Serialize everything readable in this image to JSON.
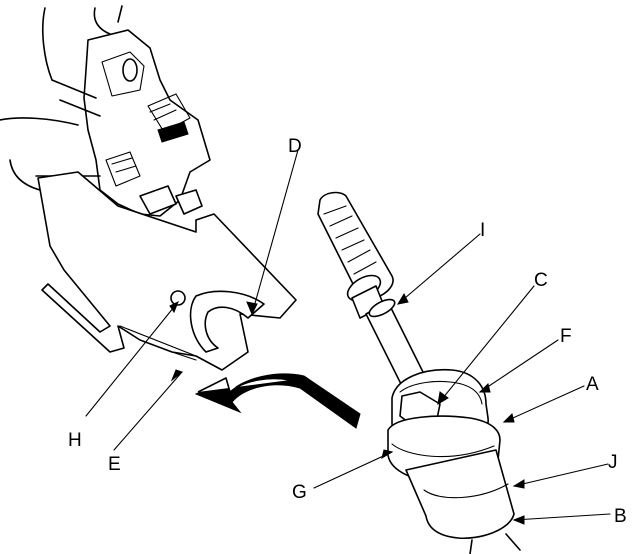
{
  "callouts": {
    "a": "A",
    "b": "B",
    "c": "C",
    "d": "D",
    "e": "E",
    "f": "F",
    "g": "G",
    "h": "H",
    "i": "I",
    "j": "J"
  }
}
